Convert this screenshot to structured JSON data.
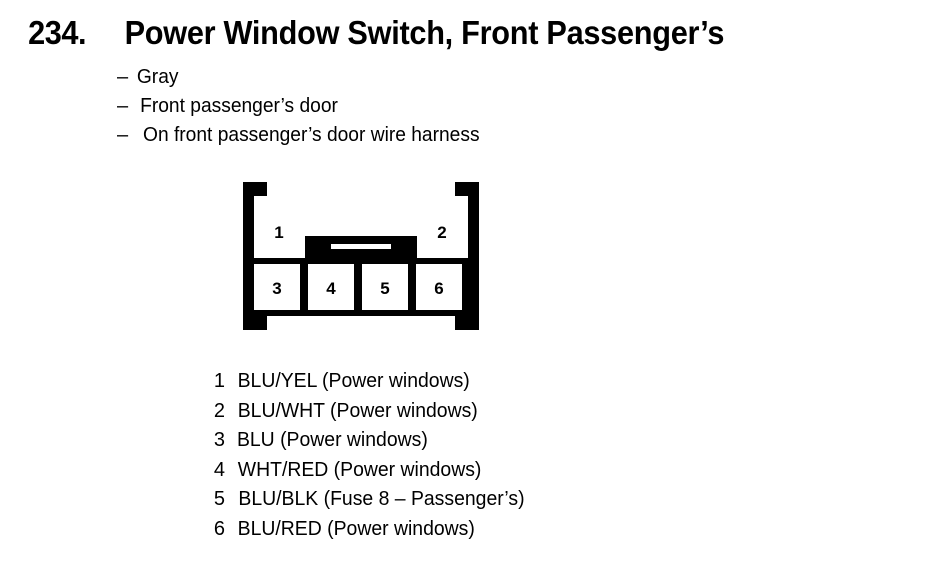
{
  "header": {
    "number": "234.",
    "title": "Power Window Switch, Front Passenger’s"
  },
  "attributes": {
    "dash": "–",
    "items": [
      "Gray",
      "Front passenger’s door",
      "On front passenger’s door wire harness"
    ]
  },
  "connector": {
    "cavity_count": 6,
    "top_row": [
      "1",
      "2"
    ],
    "bottom_row": [
      "3",
      "4",
      "5",
      "6"
    ],
    "stroke_color": "#000000",
    "fill_color": "#ffffff"
  },
  "pins": [
    {
      "number": "1",
      "label": "BLU/YEL (Power windows)"
    },
    {
      "number": "2",
      "label": "BLU/WHT (Power windows)"
    },
    {
      "number": "3",
      "label": "BLU (Power windows)"
    },
    {
      "number": "4",
      "label": "WHT/RED (Power windows)"
    },
    {
      "number": "5",
      "label": "BLU/BLK (Fuse 8 – Passenger’s)"
    },
    {
      "number": "6",
      "label": "BLU/RED (Power windows)"
    }
  ]
}
